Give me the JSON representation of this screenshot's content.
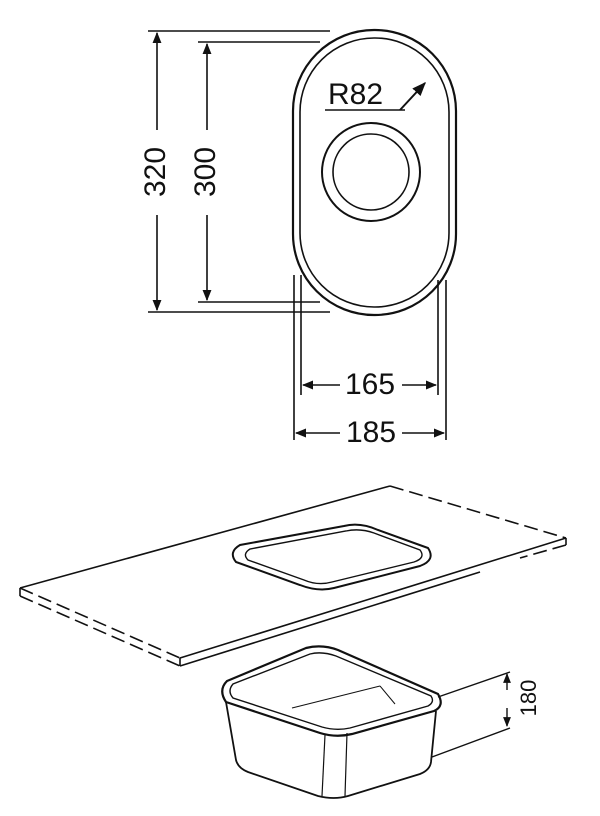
{
  "colors": {
    "line": "#111111",
    "background": "#ffffff"
  },
  "top_view": {
    "radius_label": "R82",
    "outer_length_label": "320",
    "inner_length_label": "300",
    "inner_width_label": "165",
    "outer_width_label": "185"
  },
  "perspective_view": {
    "depth_label": "180"
  }
}
